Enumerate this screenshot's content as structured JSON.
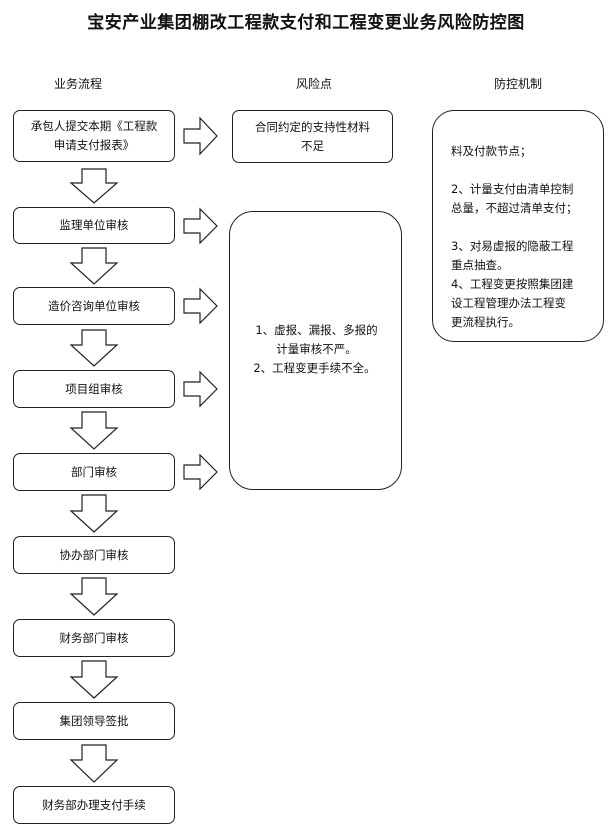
{
  "title": "宝安产业集团棚改工程款支付和工程变更业务风险防控图",
  "headers": {
    "process": "业务流程",
    "risk": "风险点",
    "control": "防控机制"
  },
  "process_steps": [
    {
      "lines": [
        "承包人提交本期《工程款",
        "申请支付报表》"
      ]
    },
    {
      "lines": [
        "监理单位审核"
      ]
    },
    {
      "lines": [
        "造价咨询单位审核"
      ]
    },
    {
      "lines": [
        "项目组审核"
      ]
    },
    {
      "lines": [
        "部门审核"
      ]
    },
    {
      "lines": [
        "协办部门审核"
      ]
    },
    {
      "lines": [
        "财务部门审核"
      ]
    },
    {
      "lines": [
        "集团领导签批"
      ]
    },
    {
      "lines": [
        "财务部办理支付手续"
      ]
    }
  ],
  "risk_top": [
    "合同约定的支持性材料",
    "不足"
  ],
  "risk_main": [
    "1、虚报、漏报、多报的",
    "计量审核不严。",
    "2、工程变更手续不全。"
  ],
  "control": {
    "p1": "料及付款节点；",
    "p2": [
      "2、计量支付由清单控制",
      "总量，不超过清单支付；"
    ],
    "p3": [
      "3、对易虚报的隐蔽工程",
      "重点抽查。",
      "4、工程变更按照集团建",
      "设工程管理办法工程变",
      "更流程执行。"
    ]
  }
}
